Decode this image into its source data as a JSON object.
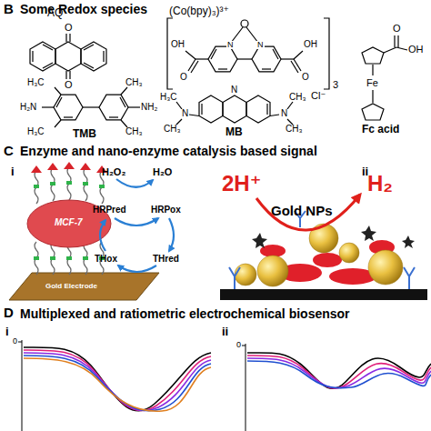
{
  "diagram": {
    "labels": [
      "B",
      "Some Redox species",
      "AQ",
      "(Co(bpy)₃)³⁺",
      "TMB",
      "MB",
      "Fc acid",
      "Fe",
      "OH",
      "O",
      "H₃C",
      "CH₃",
      "H₃C",
      "CH₃",
      "H₂N",
      "NH₂",
      "N",
      "N",
      "H₃C",
      "CH₃",
      "CH₃",
      "CH₃",
      "N",
      "Cl⁻",
      "O",
      "O",
      "3",
      "OH",
      "O",
      "OH",
      "O",
      "N",
      "N",
      "C",
      "Enzyme and nano-enzyme catalysis based signal",
      "i",
      "H₂O₂",
      "H₂O",
      "HRPred",
      "HRPox",
      "THox",
      "THred",
      "MCF-7",
      "Gold Electrode",
      "ii",
      "2H⁺",
      "H₂",
      "Gold NPs",
      "D",
      "Multiplexed and ratiometric electrochemical biosensor",
      "i",
      "0",
      "ii",
      "0"
    ]
  }
}
